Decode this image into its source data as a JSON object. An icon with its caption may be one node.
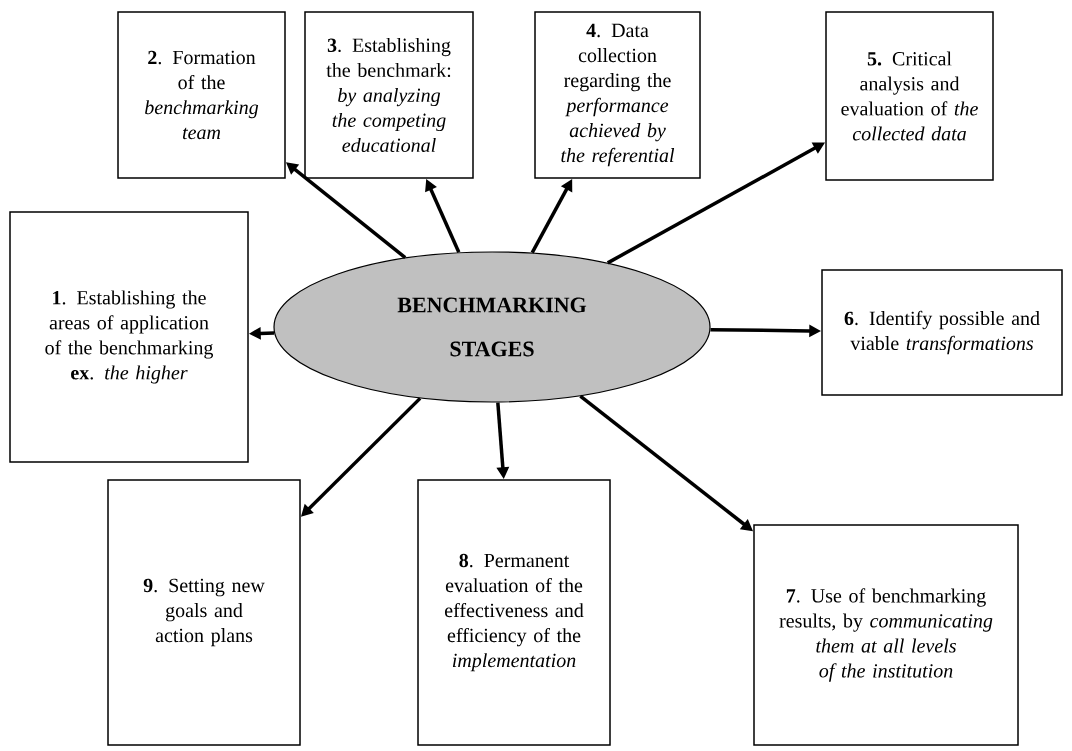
{
  "diagram": {
    "nodes": [
      {
        "text": [
          "BENCHMARKING STAGES"
        ]
      },
      {
        "text": [
          "**1**. Establishing the areas of application of the benchmarking **ex**. *the higher*"
        ]
      },
      {
        "text": [
          "**2**. Formation of the *benchmarking team*"
        ]
      },
      {
        "text": [
          "**3**. Establishing the benchmark: *by analyzing the competing educational*"
        ]
      },
      {
        "text": [
          "**4**. Data collection regarding the *performance achieved by the referential*"
        ]
      },
      {
        "text": [
          "**5.** Critical analysis and evaluation of *the collected data*"
        ]
      },
      {
        "text": [
          "**6**. Identify possible and viable *transformations*"
        ]
      },
      {
        "text": [
          "**7**. Use of benchmarking results, by *communicating them at all levels of the institution*"
        ]
      },
      {
        "text": [
          "**8**. Permanent evaluation of the effectiveness and efficiency of the *implementation*"
        ]
      },
      {
        "text": [
          "**9**. Setting new goals and action plans"
        ]
      }
    ],
    "edges": [
      {
        "from": 0,
        "to": 1,
        "arrow": "to"
      },
      {
        "from": 0,
        "to": 2,
        "arrow": "to"
      },
      {
        "from": 0,
        "to": 3,
        "arrow": "to"
      },
      {
        "from": 0,
        "to": 4,
        "arrow": "to"
      },
      {
        "from": 0,
        "to": 5,
        "arrow": "to"
      },
      {
        "from": 0,
        "to": 6,
        "arrow": "to"
      },
      {
        "from": 0,
        "to": 7,
        "arrow": "to"
      },
      {
        "from": 0,
        "to": 8,
        "arrow": "to"
      },
      {
        "from": 0,
        "to": 9,
        "arrow": "to"
      }
    ]
  }
}
